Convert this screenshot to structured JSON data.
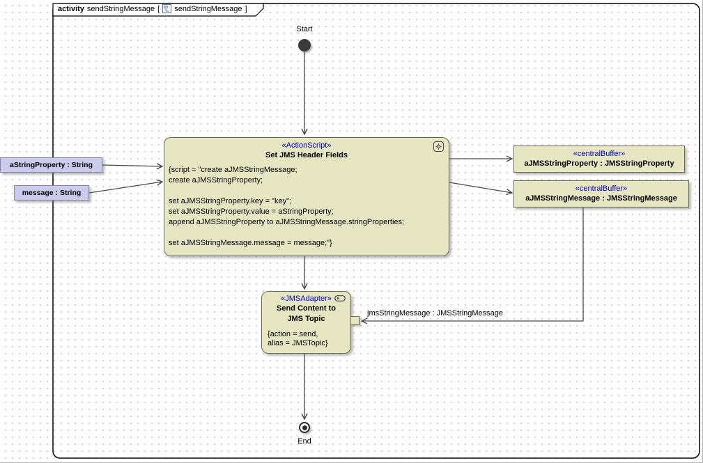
{
  "colors": {
    "node-fill": "#E6E6C3",
    "node-border": "#6b6b52",
    "pin-fill": "#CBCBEB",
    "pin-border": "#8585ad",
    "stereotype-text": "#0000C8",
    "edge": "#4a4a4a"
  },
  "frame": {
    "keyword": "activity",
    "name": "sendStringMessage",
    "bracket_open": "[",
    "diagram_name": "sendStringMessage",
    "bracket_close": "]"
  },
  "start_node": {
    "label": "Start"
  },
  "end_node": {
    "label": "End"
  },
  "action_script": {
    "stereotype": "«ActionScript»",
    "title": "Set JMS Header Fields",
    "body_lines": [
      "{script = \"create aJMSStringMessage;",
      "create aJMSStringProperty;",
      "",
      "set aJMSStringProperty.key = \"key\";",
      "set aJMSStringProperty.value = aStringProperty;",
      "append aJMSStringProperty to aJMSStringMessage.stringProperties;",
      "",
      "set aJMSStringMessage.message = message;\"}"
    ]
  },
  "jms_adapter": {
    "stereotype": "«JMSAdapter»",
    "title_line1": "Send Content to",
    "title_line2": "JMS Topic",
    "body_line1": "{action = send,",
    "body_line2": "alias = JMSTopic}"
  },
  "buffers": {
    "property": {
      "stereotype": "«centralBuffer»",
      "name": "aJMSStringProperty : JMSStringProperty"
    },
    "message": {
      "stereotype": "«centralBuffer»",
      "name": "aJMSStringMessage : JMSStringMessage"
    }
  },
  "parameters": {
    "a_string_property": "aStringProperty : String",
    "message": "message : String"
  },
  "pin": {
    "label": "jmsStringMessage : JMSStringMessage"
  }
}
